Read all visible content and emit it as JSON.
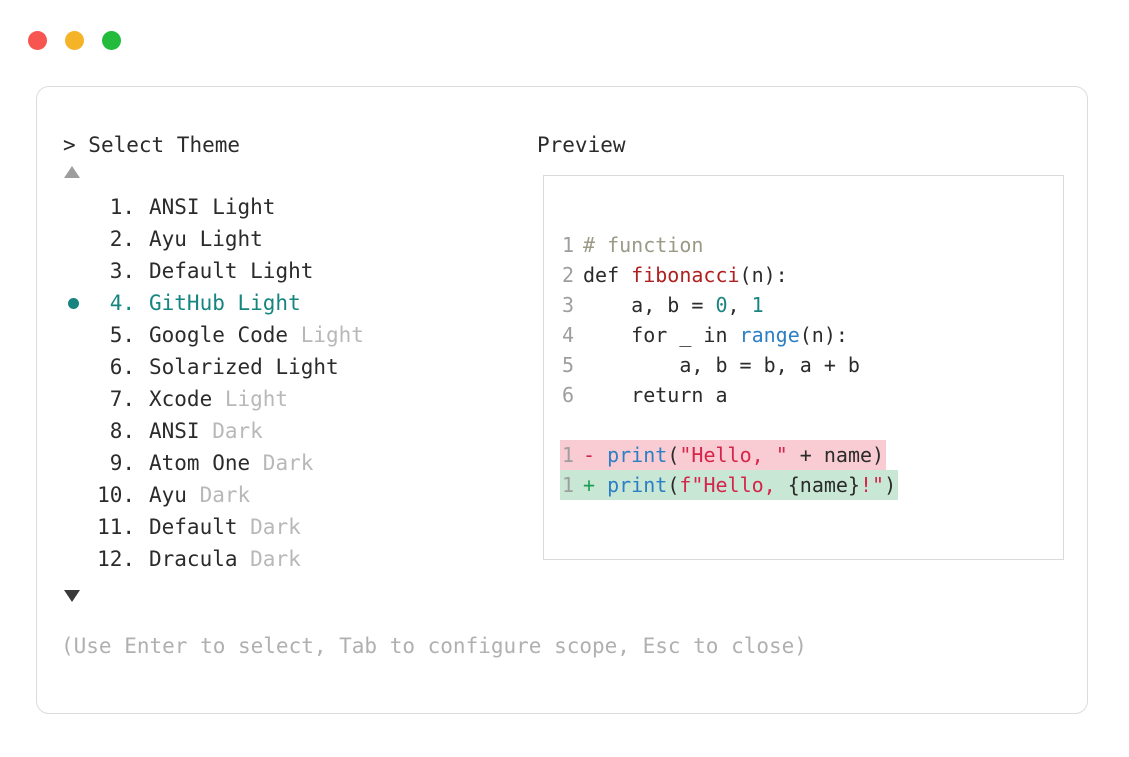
{
  "window": {
    "traffic_lights": [
      {
        "name": "close",
        "color": "#f7554f"
      },
      {
        "name": "minimize",
        "color": "#f5b327"
      },
      {
        "name": "maximize",
        "color": "#22bb3c"
      }
    ]
  },
  "prompt": {
    "marker": "> ",
    "title": "Select Theme"
  },
  "preview": {
    "heading": "Preview"
  },
  "scroll": {
    "up_indicator": "▲",
    "down_indicator": "▼"
  },
  "selection": {
    "selected_index": 4,
    "accent_color": "#16857f"
  },
  "themes": [
    {
      "num": "1.",
      "name": "ANSI",
      "suffix": " Light",
      "dim_suffix": false,
      "selected": false
    },
    {
      "num": "2.",
      "name": "Ayu",
      "suffix": " Light",
      "dim_suffix": false,
      "selected": false
    },
    {
      "num": "3.",
      "name": "Default",
      "suffix": " Light",
      "dim_suffix": false,
      "selected": false
    },
    {
      "num": "4.",
      "name": "GitHub",
      "suffix": " Light",
      "dim_suffix": false,
      "selected": true
    },
    {
      "num": "5.",
      "name": "Google Code",
      "suffix": " Light",
      "dim_suffix": true,
      "selected": false
    },
    {
      "num": "6.",
      "name": "Solarized",
      "suffix": " Light",
      "dim_suffix": false,
      "selected": false
    },
    {
      "num": "7.",
      "name": "Xcode",
      "suffix": " Light",
      "dim_suffix": true,
      "selected": false
    },
    {
      "num": "8.",
      "name": "ANSI",
      "suffix": " Dark",
      "dim_suffix": true,
      "selected": false
    },
    {
      "num": "9.",
      "name": "Atom One",
      "suffix": " Dark",
      "dim_suffix": true,
      "selected": false
    },
    {
      "num": "10.",
      "name": "Ayu",
      "suffix": " Dark",
      "dim_suffix": true,
      "selected": false
    },
    {
      "num": "11.",
      "name": "Default",
      "suffix": " Dark",
      "dim_suffix": true,
      "selected": false
    },
    {
      "num": "12.",
      "name": "Dracula",
      "suffix": " Dark",
      "dim_suffix": true,
      "selected": false
    }
  ],
  "hint": {
    "text": "(Use Enter to select, Tab to configure scope, Esc to close)"
  },
  "code": {
    "lines": [
      {
        "n": "1",
        "tokens": [
          {
            "t": "# function",
            "c": "comment"
          }
        ]
      },
      {
        "n": "2",
        "tokens": [
          {
            "t": "def ",
            "c": "kw"
          },
          {
            "t": "fibonacci",
            "c": "fnname"
          },
          {
            "t": "(n):",
            "c": "plain"
          }
        ]
      },
      {
        "n": "3",
        "tokens": [
          {
            "t": "    a, b = ",
            "c": "plain"
          },
          {
            "t": "0",
            "c": "num"
          },
          {
            "t": ", ",
            "c": "plain"
          },
          {
            "t": "1",
            "c": "num"
          }
        ]
      },
      {
        "n": "4",
        "tokens": [
          {
            "t": "    for _ in ",
            "c": "plain"
          },
          {
            "t": "range",
            "c": "builtin"
          },
          {
            "t": "(n):",
            "c": "plain"
          }
        ]
      },
      {
        "n": "5",
        "tokens": [
          {
            "t": "        a, b = b, a + b",
            "c": "plain"
          }
        ]
      },
      {
        "n": "6",
        "tokens": [
          {
            "t": "    return a",
            "c": "plain"
          }
        ]
      }
    ]
  },
  "diff": {
    "removed": {
      "n": "1",
      "marker": "-",
      "bg": "#f8ccd2",
      "tokens": [
        {
          "t": "print",
          "c": "builtin"
        },
        {
          "t": "(",
          "c": "plain"
        },
        {
          "t": "\"Hello, \"",
          "c": "str"
        },
        {
          "t": " + name)",
          "c": "plain"
        }
      ]
    },
    "added": {
      "n": "1",
      "marker": "+",
      "bg": "#c9e7d5",
      "tokens": [
        {
          "t": "print",
          "c": "builtin"
        },
        {
          "t": "(",
          "c": "plain"
        },
        {
          "t": "f\"Hello, ",
          "c": "str"
        },
        {
          "t": "{name}",
          "c": "plain"
        },
        {
          "t": "!\"",
          "c": "str"
        },
        {
          "t": ")",
          "c": "plain"
        }
      ]
    }
  }
}
